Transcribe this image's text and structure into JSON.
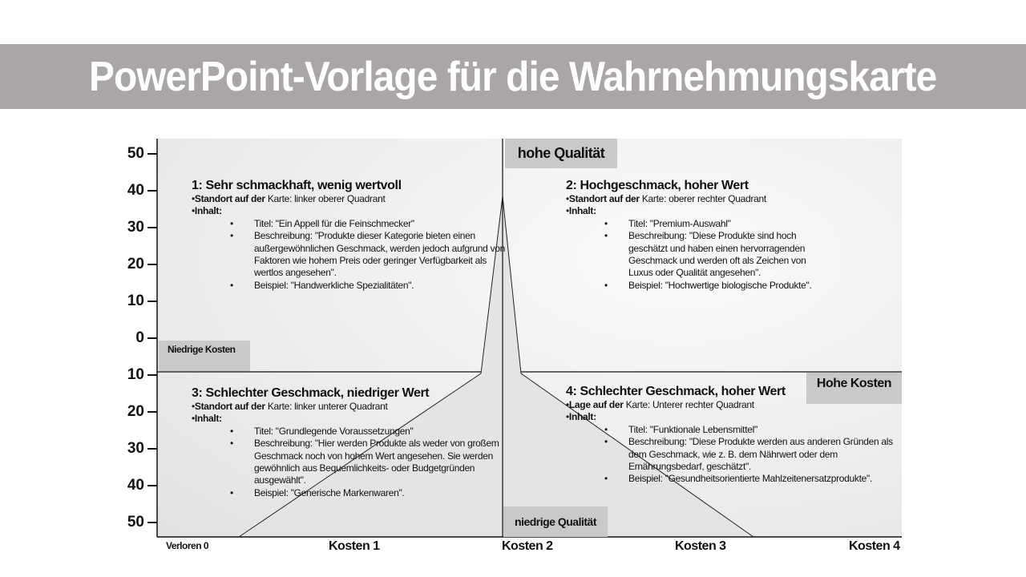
{
  "title": "PowerPoint-Vorlage für die Wahrnehmungskarte",
  "y_ticks": [
    "50",
    "40",
    "30",
    "20",
    "10",
    "0",
    "10",
    "20",
    "30",
    "40",
    "50"
  ],
  "x_labels": [
    "Verloren 0",
    "Kosten 1",
    "Kosten 2",
    "Kosten 3",
    "Kosten 4"
  ],
  "tags": {
    "top": "hohe Qualität",
    "bottom": "niedrige Qualität",
    "left": "Niedrige Kosten",
    "right": "Hohe Kosten"
  },
  "quadrants": [
    {
      "title": "1: Sehr schmackhaft, wenig wertvoll",
      "loc_bold": "Standort auf der",
      "loc_rest": " Karte: linker oberer Quadrant",
      "content": "Inhalt:",
      "items": [
        "Titel: \"Ein Appell für die Feinschmecker\"",
        "Beschreibung: \"Produkte dieser Kategorie bieten einen außergewöhnlichen Geschmack, werden jedoch aufgrund von Faktoren wie hohem Preis oder geringer Verfügbarkeit als wertlos angesehen\".",
        "Beispiel: \"Handwerkliche Spezialitäten\"."
      ]
    },
    {
      "title": "2: Hochgeschmack, hoher Wert",
      "loc_bold": "Standort auf der",
      "loc_rest": " Karte: oberer rechter Quadrant",
      "content": "Inhalt:",
      "items": [
        "Titel: \"Premium-Auswahl\"",
        "Beschreibung: \"Diese Produkte sind hoch geschätzt und haben einen hervorragenden Geschmack und werden oft als Zeichen von Luxus oder Qualität angesehen\".",
        "Beispiel: \"Hochwertige biologische Produkte\"."
      ]
    },
    {
      "title": "3: Schlechter Geschmack, niedriger Wert",
      "loc_bold": "Standort auf der",
      "loc_rest": " Karte: linker unterer Quadrant",
      "content": "Inhalt:",
      "items": [
        "Titel: \"Grundlegende Voraussetzungen\"",
        "Beschreibung: \"Hier werden Produkte als weder von großem Geschmack noch von hohem Wert angesehen. Sie werden gewöhnlich aus Bequemlichkeits- oder Budgetgründen ausgewählt\".",
        "Beispiel: \"Generische Markenwaren\"."
      ]
    },
    {
      "title": "4: Schlechter Geschmack, hoher Wert",
      "loc_bold": "Lage auf der",
      "loc_rest": " Karte: Unterer rechter Quadrant",
      "content": "Inhalt:",
      "items": [
        "Titel: \"Funktionale Lebensmittel\"",
        "Beschreibung: \"Diese Produkte werden aus anderen Gründen als dem Geschmack, wie z. B. dem Nährwert oder dem Ernährungsbedarf, geschätzt\".",
        "Beispiel: \"Gesundheitsorientierte Mahlzeitenersatzprodukte\"."
      ]
    }
  ]
}
